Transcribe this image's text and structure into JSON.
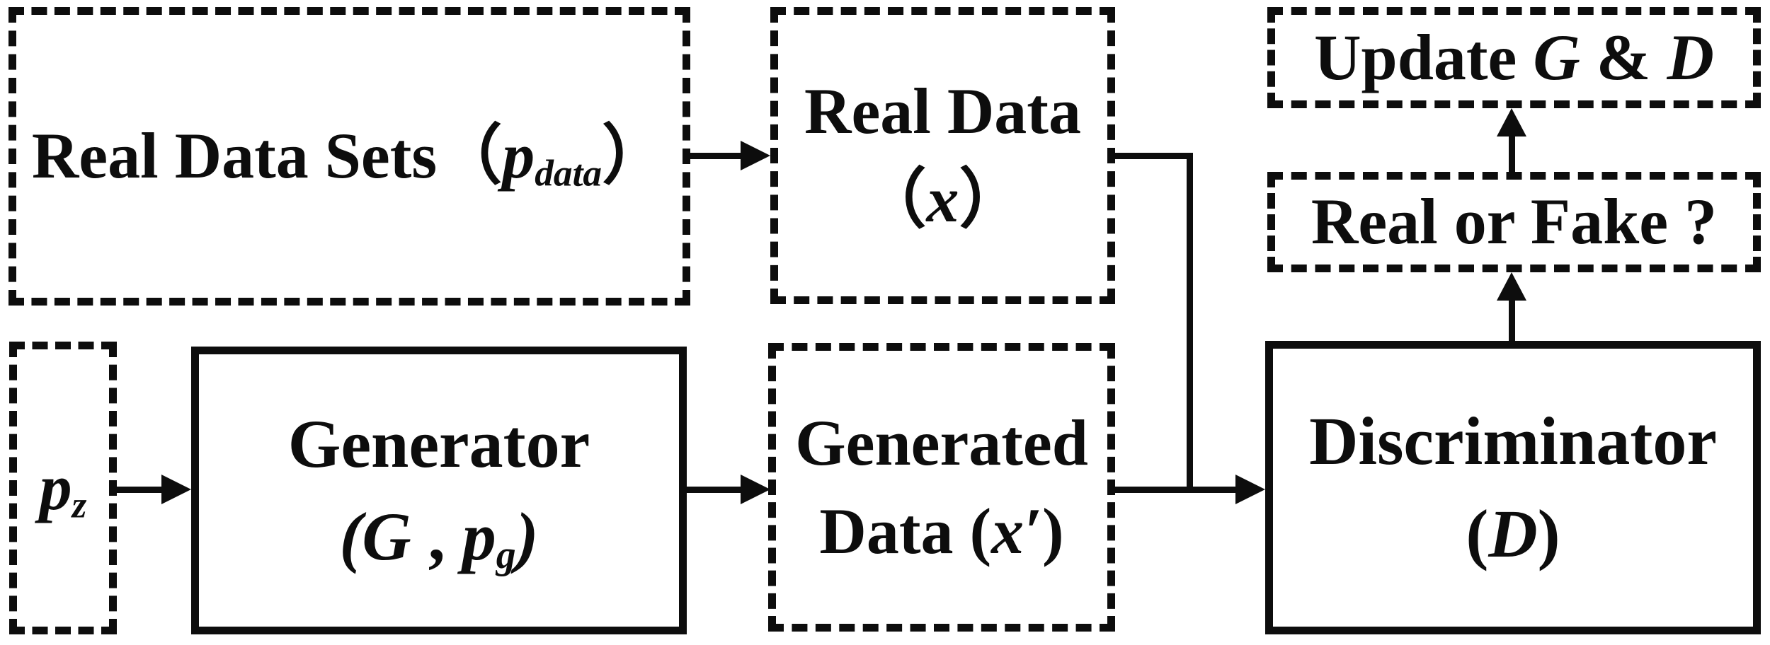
{
  "diagram_title": "GAN training flow diagram",
  "colors": {
    "ink": "#0d0d0d",
    "background": "#ffffff"
  },
  "boxes": {
    "real_data_sets": {
      "text": "Real Data Sets",
      "paren_open": "（",
      "var": "p",
      "subscript": "data",
      "paren_close": "）"
    },
    "real_data": {
      "line1": "Real Data",
      "paren_open": "（",
      "var": "x",
      "paren_close": "）"
    },
    "update_g_d": {
      "prefix": "Update ",
      "g": "G",
      "joiner": " & ",
      "d": "D"
    },
    "real_or_fake": {
      "text": "Real or Fake ?"
    },
    "p_z": {
      "var": "p",
      "subscript": "z"
    },
    "generator": {
      "line1": "Generator",
      "paren_open": "(",
      "g": "G",
      "comma": " , ",
      "p": "p",
      "subscript": "g",
      "paren_close": ")"
    },
    "generated_data": {
      "line1": "Generated",
      "line2_prefix": "Data (",
      "var": "x′",
      "paren_close": ")"
    },
    "discriminator": {
      "line1": "Discriminator",
      "paren_open": "(",
      "d": "D",
      "paren_close": ")"
    }
  }
}
